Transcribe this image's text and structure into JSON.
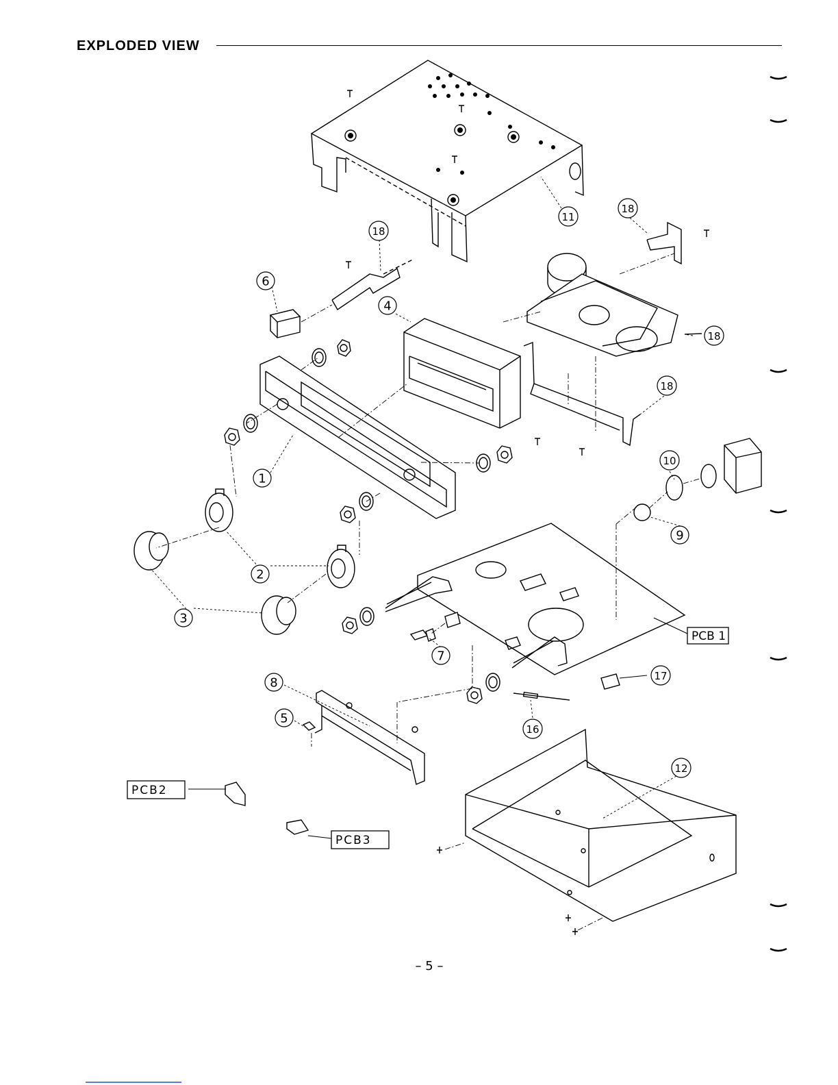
{
  "heading": "EXPLODED VIEW",
  "page_number": "– 5 –",
  "callouts": {
    "c1": "1",
    "c2": "2",
    "c3": "3",
    "c4": "4",
    "c5": "5",
    "c6": "6",
    "c7": "7",
    "c8": "8",
    "c9": "9",
    "c10": "10",
    "c11": "11",
    "c12": "12",
    "c16": "16",
    "c17": "17",
    "c18a": "18",
    "c18b": "18",
    "c18c": "18",
    "c18d": "18"
  },
  "pcb_labels": {
    "pcb1": "PCB 1",
    "pcb2": "PCB2",
    "pcb3": "PCB3"
  }
}
